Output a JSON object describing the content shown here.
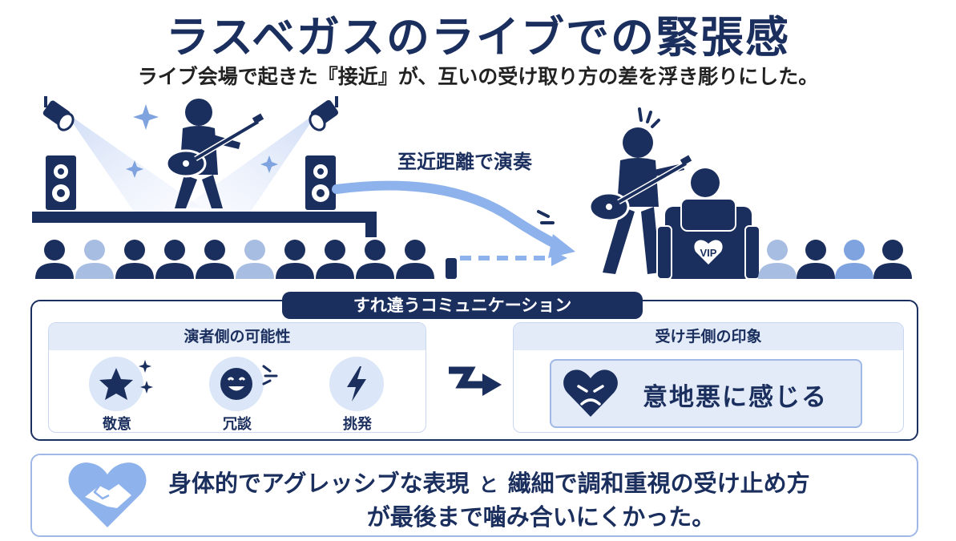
{
  "header": {
    "title": "ラスベガスのライブでの緊張感",
    "subtitle": "ライブ会場で起きた『接近』が、互いの受け取り方の差を浮き彫りにした。"
  },
  "scene": {
    "arrow_label": "至近距離で演奏",
    "vip_label": "VIP"
  },
  "communication": {
    "title": "すれ違うコミュニケーション",
    "performer_side": {
      "heading": "演者側の可能性",
      "items": [
        {
          "label": "敬意",
          "icon": "star-icon"
        },
        {
          "label": "冗談",
          "icon": "smile-icon"
        },
        {
          "label": "挑発",
          "icon": "lightning-icon"
        }
      ]
    },
    "receiver_side": {
      "heading": "受け手側の印象",
      "impression": "意地悪に感じる",
      "icon": "angry-heart-icon"
    }
  },
  "conclusion": {
    "part1": "身体的でアグレッシブな表現",
    "connector": "と",
    "part2": "繊細で調和重視の受け止め方",
    "line2": "が最後まで噛み合いにくかった。",
    "icon": "handshake-heart-icon"
  },
  "colors": {
    "navy": "#1b2f5e",
    "light_blue": "#9fb8e6",
    "pale_blue": "#e3ebf8",
    "audience_light": "#a8bde2"
  }
}
